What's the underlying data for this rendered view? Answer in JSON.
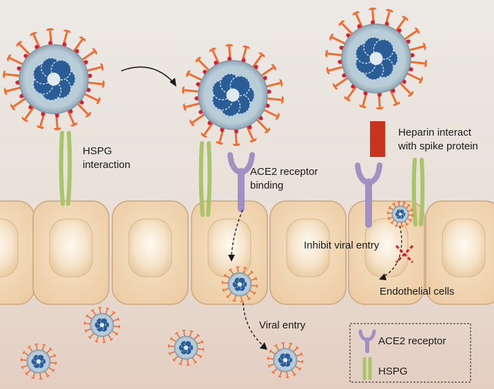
{
  "labels": {
    "hspg_interaction_1": "HSPG",
    "hspg_interaction_2": "interaction",
    "ace2_binding_1": "ACE2 receptor",
    "ace2_binding_2": "binding",
    "heparin_1": "Heparin interact",
    "heparin_2": "with spike protein",
    "inhibit": "Inhibit viral entry",
    "endothelial": "Endothelial cells",
    "viral_entry": "Viral entry"
  },
  "legend": {
    "ace2": "ACE2  receptor",
    "hspg": "HSPG"
  },
  "colors": {
    "background_top": "#ebe6e0",
    "background_bottom": "#e6d2c6",
    "cell_fill": "#f1d8b6",
    "cell_stroke": "#c9a67f",
    "nucleus": "#f6e6cf",
    "virus_shell": "#9fb7c5",
    "virus_core": "#2a5d96",
    "spike_orange": "#ef6b2e",
    "spike_red": "#d6202e",
    "ace2_purple": "#a390c2",
    "hspg_green": "#a9c46a",
    "heparin_red": "#c8341d",
    "inhibit_x": "#d6202e"
  }
}
